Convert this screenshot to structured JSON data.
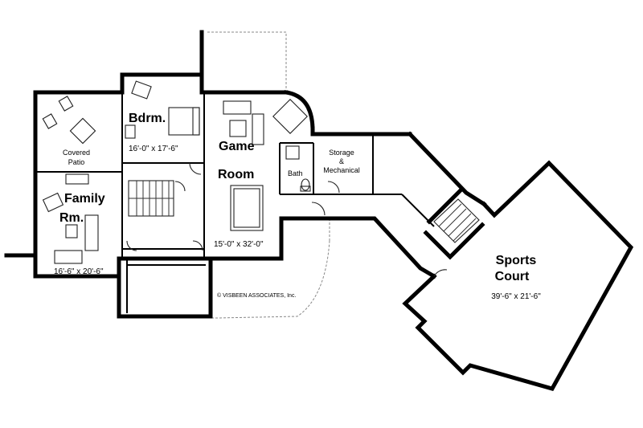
{
  "rooms": {
    "bedroom": {
      "name": "Bdrm.",
      "size": "16'-0\" x 17'-6\""
    },
    "covered_patio": {
      "name_line1": "Covered",
      "name_line2": "Patio"
    },
    "family_room": {
      "name_line1": "Family",
      "name_line2": "Rm.",
      "size": "16'-6\" x 20'-6\""
    },
    "game_room": {
      "name_line1": "Game",
      "name_line2": "Room",
      "size": "15'-0\" x 32'-0\""
    },
    "bath": {
      "name": "Bath"
    },
    "storage": {
      "name_line1": "Storage",
      "name_line2": "&",
      "name_line3": "Mechanical"
    },
    "sports_court": {
      "name_line1": "Sports",
      "name_line2": "Court",
      "size": "39'-6\" x 21'-6\""
    }
  },
  "copyright": "© VISBEEN ASSOCIATES, Inc."
}
